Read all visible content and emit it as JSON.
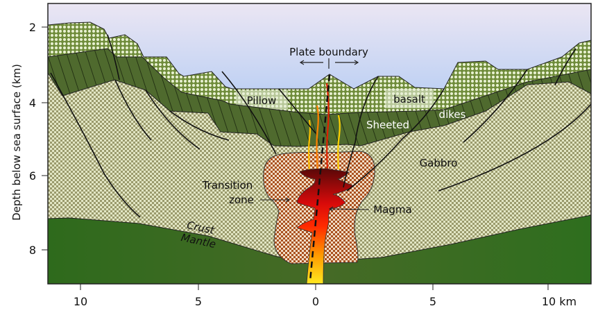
{
  "axes": {
    "y_label": "Depth below sea surface (km)",
    "y_ticks": [
      "2",
      "4",
      "6",
      "8"
    ],
    "x_ticks": [
      "10",
      "5",
      "0",
      "5",
      "10 km"
    ]
  },
  "labels": {
    "plate_boundary": "Plate boundary",
    "pillow": "Pillow",
    "basalt": "basalt",
    "sheeted": "Sheeted",
    "dikes": "dikes",
    "gabbro": "Gabbro",
    "transition_1": "Transition",
    "transition_2": "zone",
    "magma": "Magma",
    "crust": "Crust",
    "mantle": "Mantle"
  },
  "colors": {
    "sea_top": "#ebe6f3",
    "sea_bottom": "#5ea3f2",
    "pillow_basalt": "#7f9a4a",
    "sheeted_dikes": "#4f6a2e",
    "gabbro": "#c9cfa2",
    "mantle": "#3a6a20",
    "transition_zone": "#a9501e",
    "magma_top": "#6a0a0a",
    "magma_bottom": "#ffe020"
  }
}
